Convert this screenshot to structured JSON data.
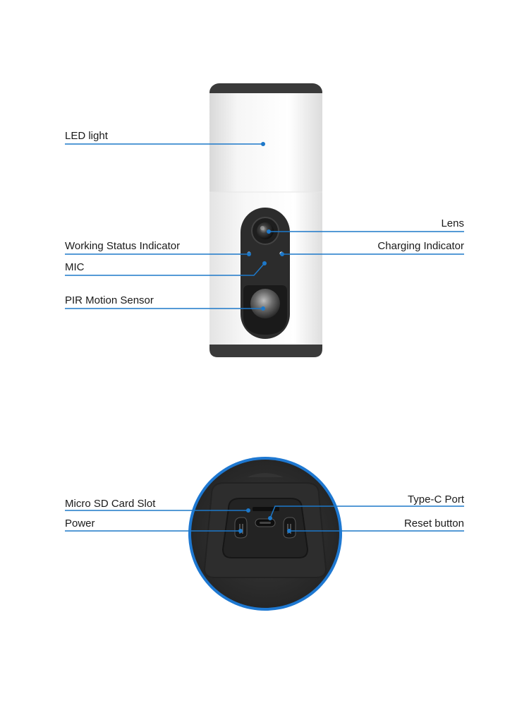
{
  "colors": {
    "leader": "#1d78c9",
    "body": "#f1f1f1",
    "cap": "#3a3a3a",
    "panel": "#2c2c2c"
  },
  "callouts": {
    "led_light": "LED light",
    "lens": "Lens",
    "working_status_indicator": "Working Status Indicator",
    "charging_indicator": "Charging Indicator",
    "mic": "MIC",
    "pir_motion_sensor": "PIR Motion Sensor",
    "micro_sd_card_slot": "Micro SD Card Slot",
    "type_c_port": "Type-C Port",
    "power": "Power",
    "reset_button": "Reset button"
  }
}
